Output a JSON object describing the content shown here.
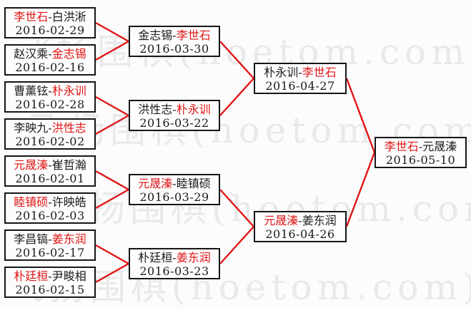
{
  "watermark": {
    "text": "飞扬围棋(hoetom.com)",
    "color": "#e9e9e9"
  },
  "colors": {
    "winner_red": "#e01414",
    "connector_red": "#e01414",
    "box_border": "#161616",
    "background": "#fcfcfc"
  },
  "ui": {
    "separator": "-"
  },
  "rounds": {
    "r16": [
      {
        "p1": "李世石",
        "p2": "白洪淅",
        "date": "2016-02-29",
        "winner": "p1"
      },
      {
        "p1": "赵汉乘",
        "p2": "金志锡",
        "date": "2016-02-16",
        "winner": "p2"
      },
      {
        "p1": "曹薰铉",
        "p2": "朴永训",
        "date": "2016-02-28",
        "winner": "p2"
      },
      {
        "p1": "李映九",
        "p2": "洪性志",
        "date": "2016-02-02",
        "winner": "p2"
      },
      {
        "p1": "元晟溱",
        "p2": "崔哲瀚",
        "date": "2016-02-01",
        "winner": "p1"
      },
      {
        "p1": "睦镇硕",
        "p2": "许映皓",
        "date": "2016-02-03",
        "winner": "p1"
      },
      {
        "p1": "李昌镐",
        "p2": "姜东润",
        "date": "2016-02-17",
        "winner": "p2"
      },
      {
        "p1": "朴廷桓",
        "p2": "尹畯相",
        "date": "2016-02-15",
        "winner": "p1"
      }
    ],
    "qf": [
      {
        "p1": "金志锡",
        "p2": "李世石",
        "date": "2016-03-30",
        "winner": "p2"
      },
      {
        "p1": "洪性志",
        "p2": "朴永训",
        "date": "2016-03-22",
        "winner": "p2"
      },
      {
        "p1": "元晟溱",
        "p2": "睦镇硕",
        "date": "2016-03-29",
        "winner": "p1"
      },
      {
        "p1": "朴廷桓",
        "p2": "姜东润",
        "date": "2016-03-23",
        "winner": "p2"
      }
    ],
    "sf": [
      {
        "p1": "朴永训",
        "p2": "李世石",
        "date": "2016-04-27",
        "winner": "p2"
      },
      {
        "p1": "元晟溱",
        "p2": "姜东润",
        "date": "2016-04-26",
        "winner": "p1"
      }
    ],
    "final": [
      {
        "p1": "李世石",
        "p2": "元晟溱",
        "date": "2016-05-10",
        "winner": "p1"
      }
    ]
  }
}
